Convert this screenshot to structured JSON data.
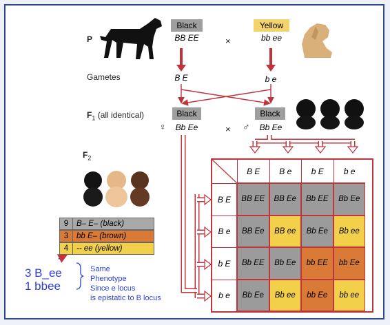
{
  "labels": {
    "p": "P",
    "gametes": "Gametes",
    "f1": "F",
    "f1_sub": "1",
    "f1_note": " (all identical)",
    "f2": "F",
    "f2_sub": "2",
    "times1": "×",
    "times2": "×"
  },
  "parents": {
    "left": {
      "phenotype": "Black",
      "genotype": "BB EE",
      "gamete": "B E",
      "color": "#9e9e9e"
    },
    "right": {
      "phenotype": "Yellow",
      "genotype": "bb ee",
      "gamete": "b e",
      "color": "#f3d36b"
    }
  },
  "f1": {
    "female": {
      "phenotype": "Black",
      "sex_symbol": "♀",
      "genotype": "Bb Ee"
    },
    "male": {
      "phenotype": "Black",
      "sex_symbol": "♂",
      "genotype": "Bb Ee"
    }
  },
  "punnett": {
    "col_headers": [
      "B E",
      "B e",
      "b E",
      "b e"
    ],
    "row_headers": [
      "B E",
      "B e",
      "b E",
      "b e"
    ],
    "cells": [
      [
        "BB EE",
        "BB Ee",
        "Bb EE",
        "Bb Ee"
      ],
      [
        "BB Ee",
        "BB ee",
        "Bb Ee",
        "Bb ee"
      ],
      [
        "Bb EE",
        "Bb Ee",
        "bb EE",
        "bb Ee"
      ],
      [
        "Bb Ee",
        "Bb ee",
        "bb Ee",
        "bb ee"
      ]
    ],
    "cell_phenotypes": [
      [
        "black",
        "black",
        "black",
        "black"
      ],
      [
        "black",
        "yellow",
        "black",
        "yellow"
      ],
      [
        "black",
        "black",
        "brown",
        "brown"
      ],
      [
        "black",
        "yellow",
        "brown",
        "yellow"
      ]
    ],
    "colors": {
      "black": "#9b9b9b",
      "yellow": "#f3d04a",
      "brown": "#d97a36"
    }
  },
  "ratios": [
    {
      "count": "9",
      "text": "B– E– (black)",
      "color": "#a9a9a9"
    },
    {
      "count": "3",
      "text": "bb E– (brown)",
      "color": "#d97a36"
    },
    {
      "count": "4",
      "text": "-- ee (yellow)",
      "color": "#f3d04a"
    }
  ],
  "annotation": {
    "line1": "3 B_ee",
    "line2": "1 bbee",
    "note1": "Same",
    "note2": "Phenotype",
    "note3": "Since e locus",
    "note4": "is epistatic to B locus"
  },
  "colors": {
    "arrow": "#c0343c",
    "frame": "#2e4b8f",
    "annotation": "#2f3fd6"
  }
}
